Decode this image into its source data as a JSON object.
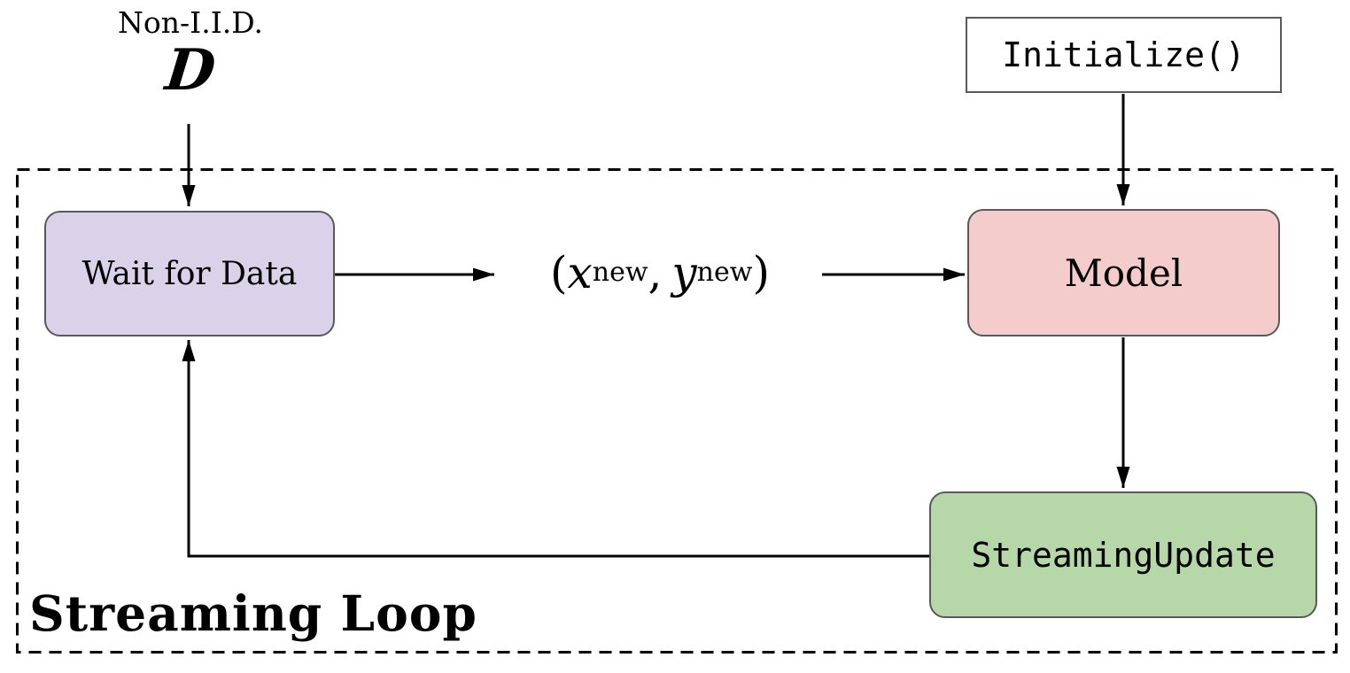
{
  "diagram": {
    "title_semantics": "Streaming learning loop diagram",
    "source_label": "Non-I.I.D.",
    "source_symbol": "D",
    "initialize_box_label": "Initialize()",
    "wait_box_label": "Wait for Data",
    "model_box_label": "Model",
    "streaming_update_box_label": "StreamingUpdate",
    "loop_label": "Streaming Loop",
    "sample_tuple": {
      "open_paren": "(",
      "x_var": "x",
      "x_subscript": "new",
      "comma": ",",
      "y_var": "y",
      "y_subscript": "new",
      "close_paren": ")"
    }
  },
  "colors": {
    "background": "#ffffff",
    "wait_box_fill": "#d9d2e9",
    "model_box_fill": "#f4cccc",
    "streaming_update_fill": "#b6d7a8",
    "box_border": "#595959",
    "line_color": "#000000"
  }
}
